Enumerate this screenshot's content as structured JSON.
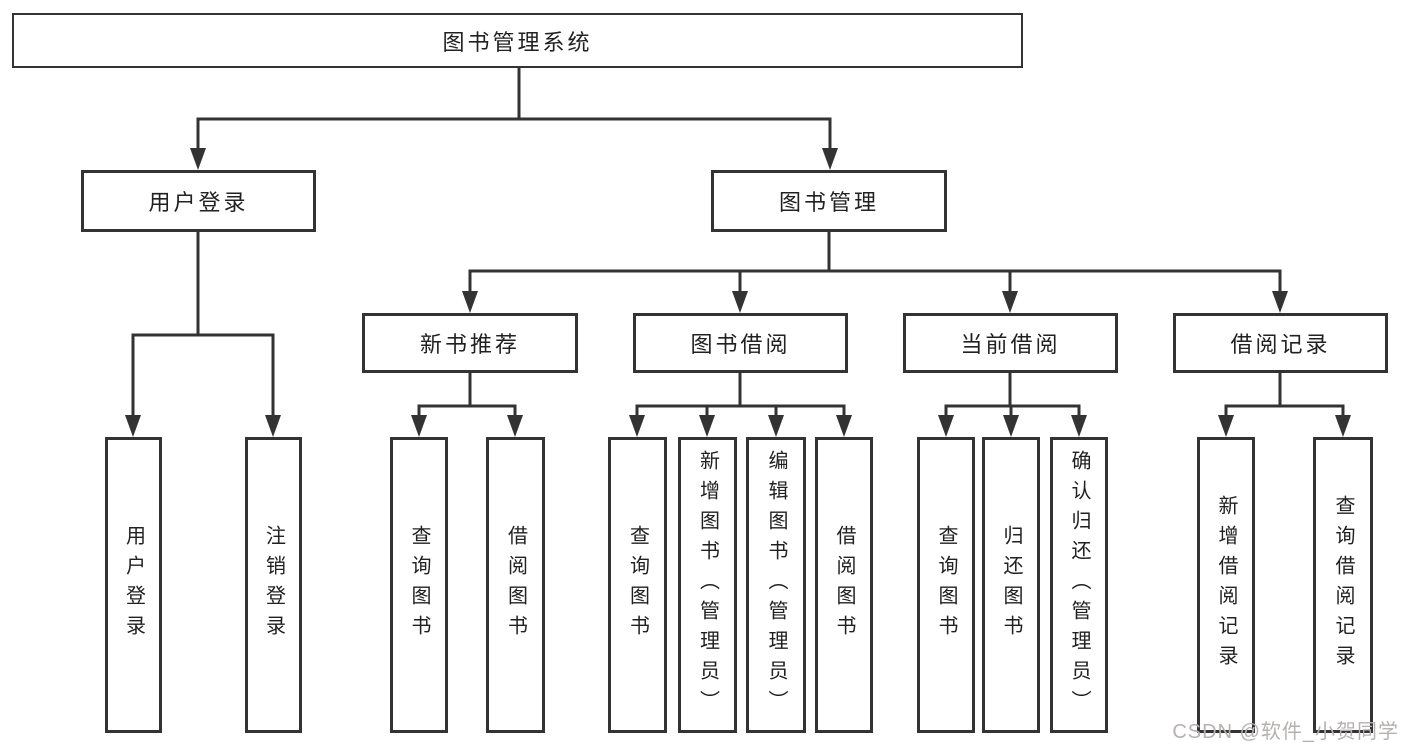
{
  "nodes": {
    "root": "图书管理系统",
    "user_login": "用户登录",
    "book_management": "图书管理",
    "new_book_recommend": "新书推荐",
    "book_borrowing": "图书借阅",
    "current_borrowing": "当前借阅",
    "borrowing_records": "借阅记录",
    "leaf_user_login": "用户登录",
    "leaf_logout": "注销登录",
    "leaf_newbook_query": "查询图书",
    "leaf_newbook_borrow": "借阅图书",
    "leaf_borrow_query": "查询图书",
    "leaf_borrow_add": "新增图书（管理员）",
    "leaf_borrow_edit": "编辑图书（管理员）",
    "leaf_borrow_borrow": "借阅图书",
    "leaf_current_query": "查询图书",
    "leaf_current_return": "归还图书",
    "leaf_current_confirm": "确认归还（管理员）",
    "leaf_records_add": "新增借阅记录",
    "leaf_records_query": "查询借阅记录"
  },
  "watermark": "CSDN @软件_小贺同学",
  "colors": {
    "line": "#333333",
    "text": "#212121",
    "watermark": "#b7b0b0",
    "background": "#ffffff"
  }
}
